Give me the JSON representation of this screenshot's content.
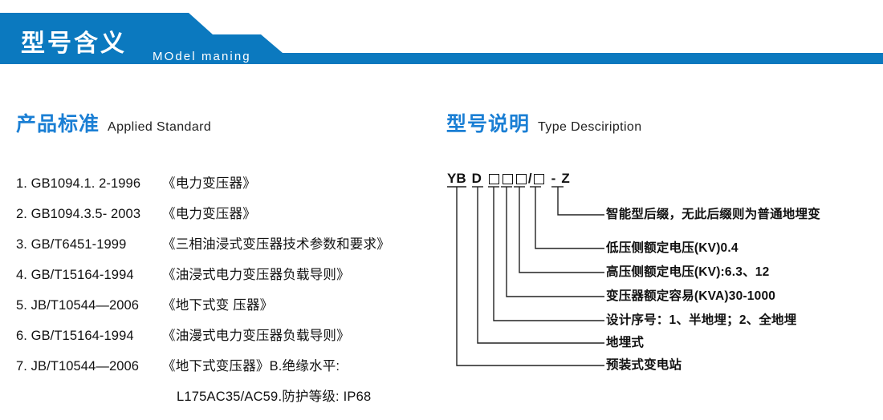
{
  "header": {
    "title_cn": "型号含义",
    "title_en": "MOdel maning",
    "bar_color": "#0b79bf"
  },
  "sections": {
    "standard": {
      "heading_cn": "产品标准",
      "heading_en": "Applied Standard"
    },
    "type": {
      "heading_cn": "型号说明",
      "heading_en": "Type Desciription"
    }
  },
  "standards_list": [
    {
      "code": "1. GB1094.1. 2-1996",
      "name": "《电力变压器》"
    },
    {
      "code": "2. GB1094.3.5- 2003",
      "name": "《电力变压器》"
    },
    {
      "code": "3. GB/T6451-1999",
      "name": "《三相油浸式变压器技术参数和要求》"
    },
    {
      "code": "4. GB/T15164-1994",
      "name": "《油浸式电力变压器负载导则》"
    },
    {
      "code": "5. JB/T10544—2006",
      "name": "《地下式变 压器》"
    },
    {
      "code": "6. GB/T15164-1994",
      "name": "《油漫式电力变压器负载导则》"
    },
    {
      "code": "7. JB/T10544—2006",
      "name": "《地下式变压器》B.绝缘水平:"
    }
  ],
  "standards_continuation": "L175AC35/AC59.防护等级: IP68",
  "model_code": {
    "parts": [
      "YB",
      "D",
      "□□□",
      "/",
      "□",
      "-",
      "Z"
    ],
    "display": "YB D □□□/□ - Z"
  },
  "type_labels": [
    "智能型后缀，无此后缀则为普通地埋变",
    "低压侧额定电压(KV)0.4",
    "高压侧额定电压(KV):6.3、12",
    "变压器额定容易(KVA)30-1000",
    "设计序号：1、半地埋；2、全地埋",
    "地埋式",
    "预装式变电站"
  ],
  "colors": {
    "brand_blue": "#0b79bf",
    "heading_blue": "#1b7fd4",
    "text_dark": "#111111"
  }
}
